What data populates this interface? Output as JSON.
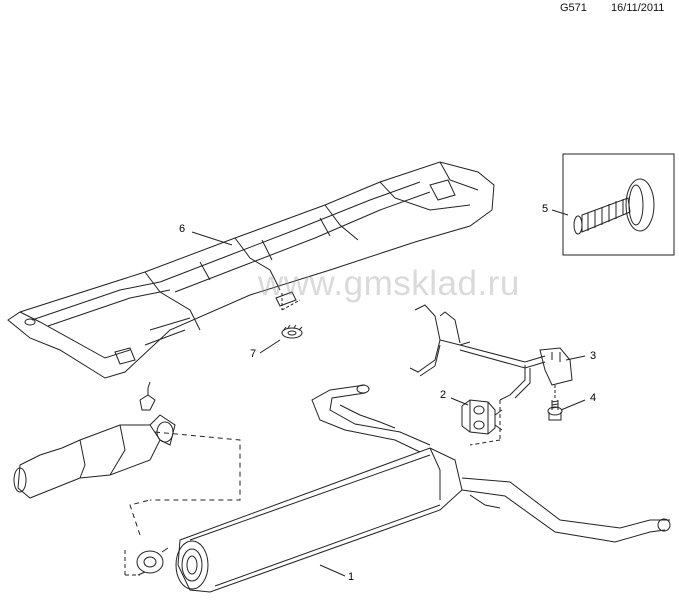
{
  "header": {
    "code": "G571",
    "date": "16/11/2011"
  },
  "watermark": "www.gmsklad.ru",
  "callouts": [
    "1",
    "2",
    "3",
    "4",
    "5",
    "6",
    "7"
  ],
  "parts": [
    {
      "name": "rear-muffler"
    },
    {
      "name": "hanger-rubber"
    },
    {
      "name": "hanger-bracket"
    },
    {
      "name": "bolt"
    },
    {
      "name": "flange-bolt-detail"
    },
    {
      "name": "heat-shield"
    },
    {
      "name": "clip-nut"
    }
  ]
}
